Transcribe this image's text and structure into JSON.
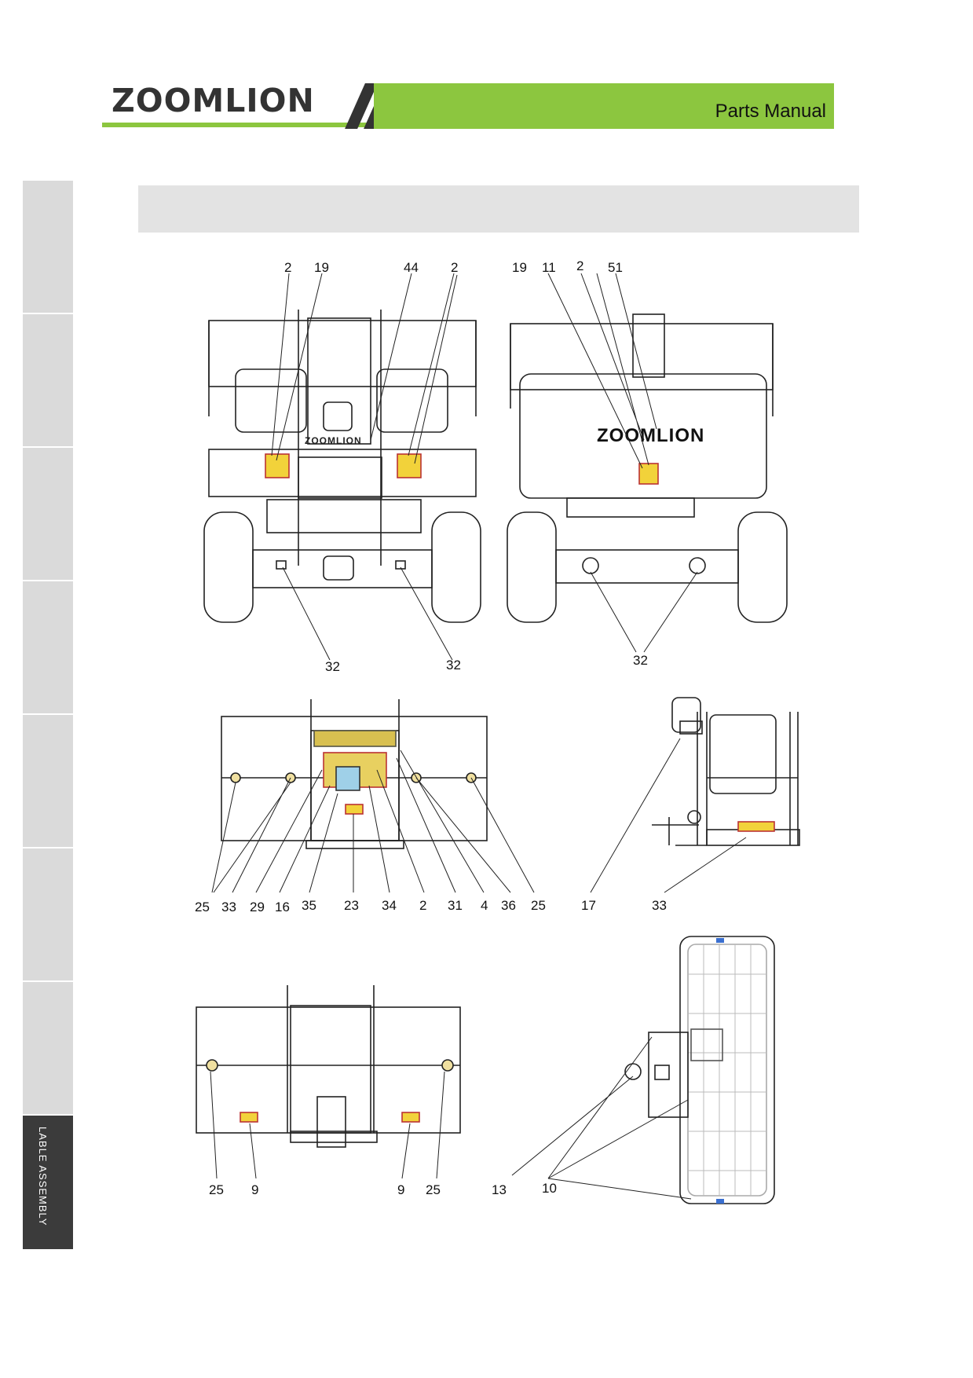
{
  "header": {
    "logo": "ZOOMLION",
    "manual_title": "Parts Manual"
  },
  "colors": {
    "brand_green": "#8cc63f",
    "dark": "#3b3b3b",
    "banner_grey": "#e3e3e3"
  },
  "side_tabs": [
    "",
    "",
    "",
    "",
    "",
    "",
    "",
    "LABLE ASSEMBLY"
  ],
  "machine_logo": "ZOOMLION",
  "callouts": {
    "front": [
      "2",
      "19",
      "44",
      "2",
      "32",
      "32"
    ],
    "rear": [
      "19",
      "11",
      "2",
      "51",
      "32"
    ],
    "platform": [
      "25",
      "33",
      "29",
      "16",
      "35",
      "23",
      "34",
      "2",
      "31",
      "4",
      "36",
      "25"
    ],
    "platform_side": [
      "17",
      "33"
    ],
    "platform_rear": [
      "25",
      "9",
      "9",
      "25"
    ],
    "platform_top": [
      "13",
      "10"
    ]
  }
}
